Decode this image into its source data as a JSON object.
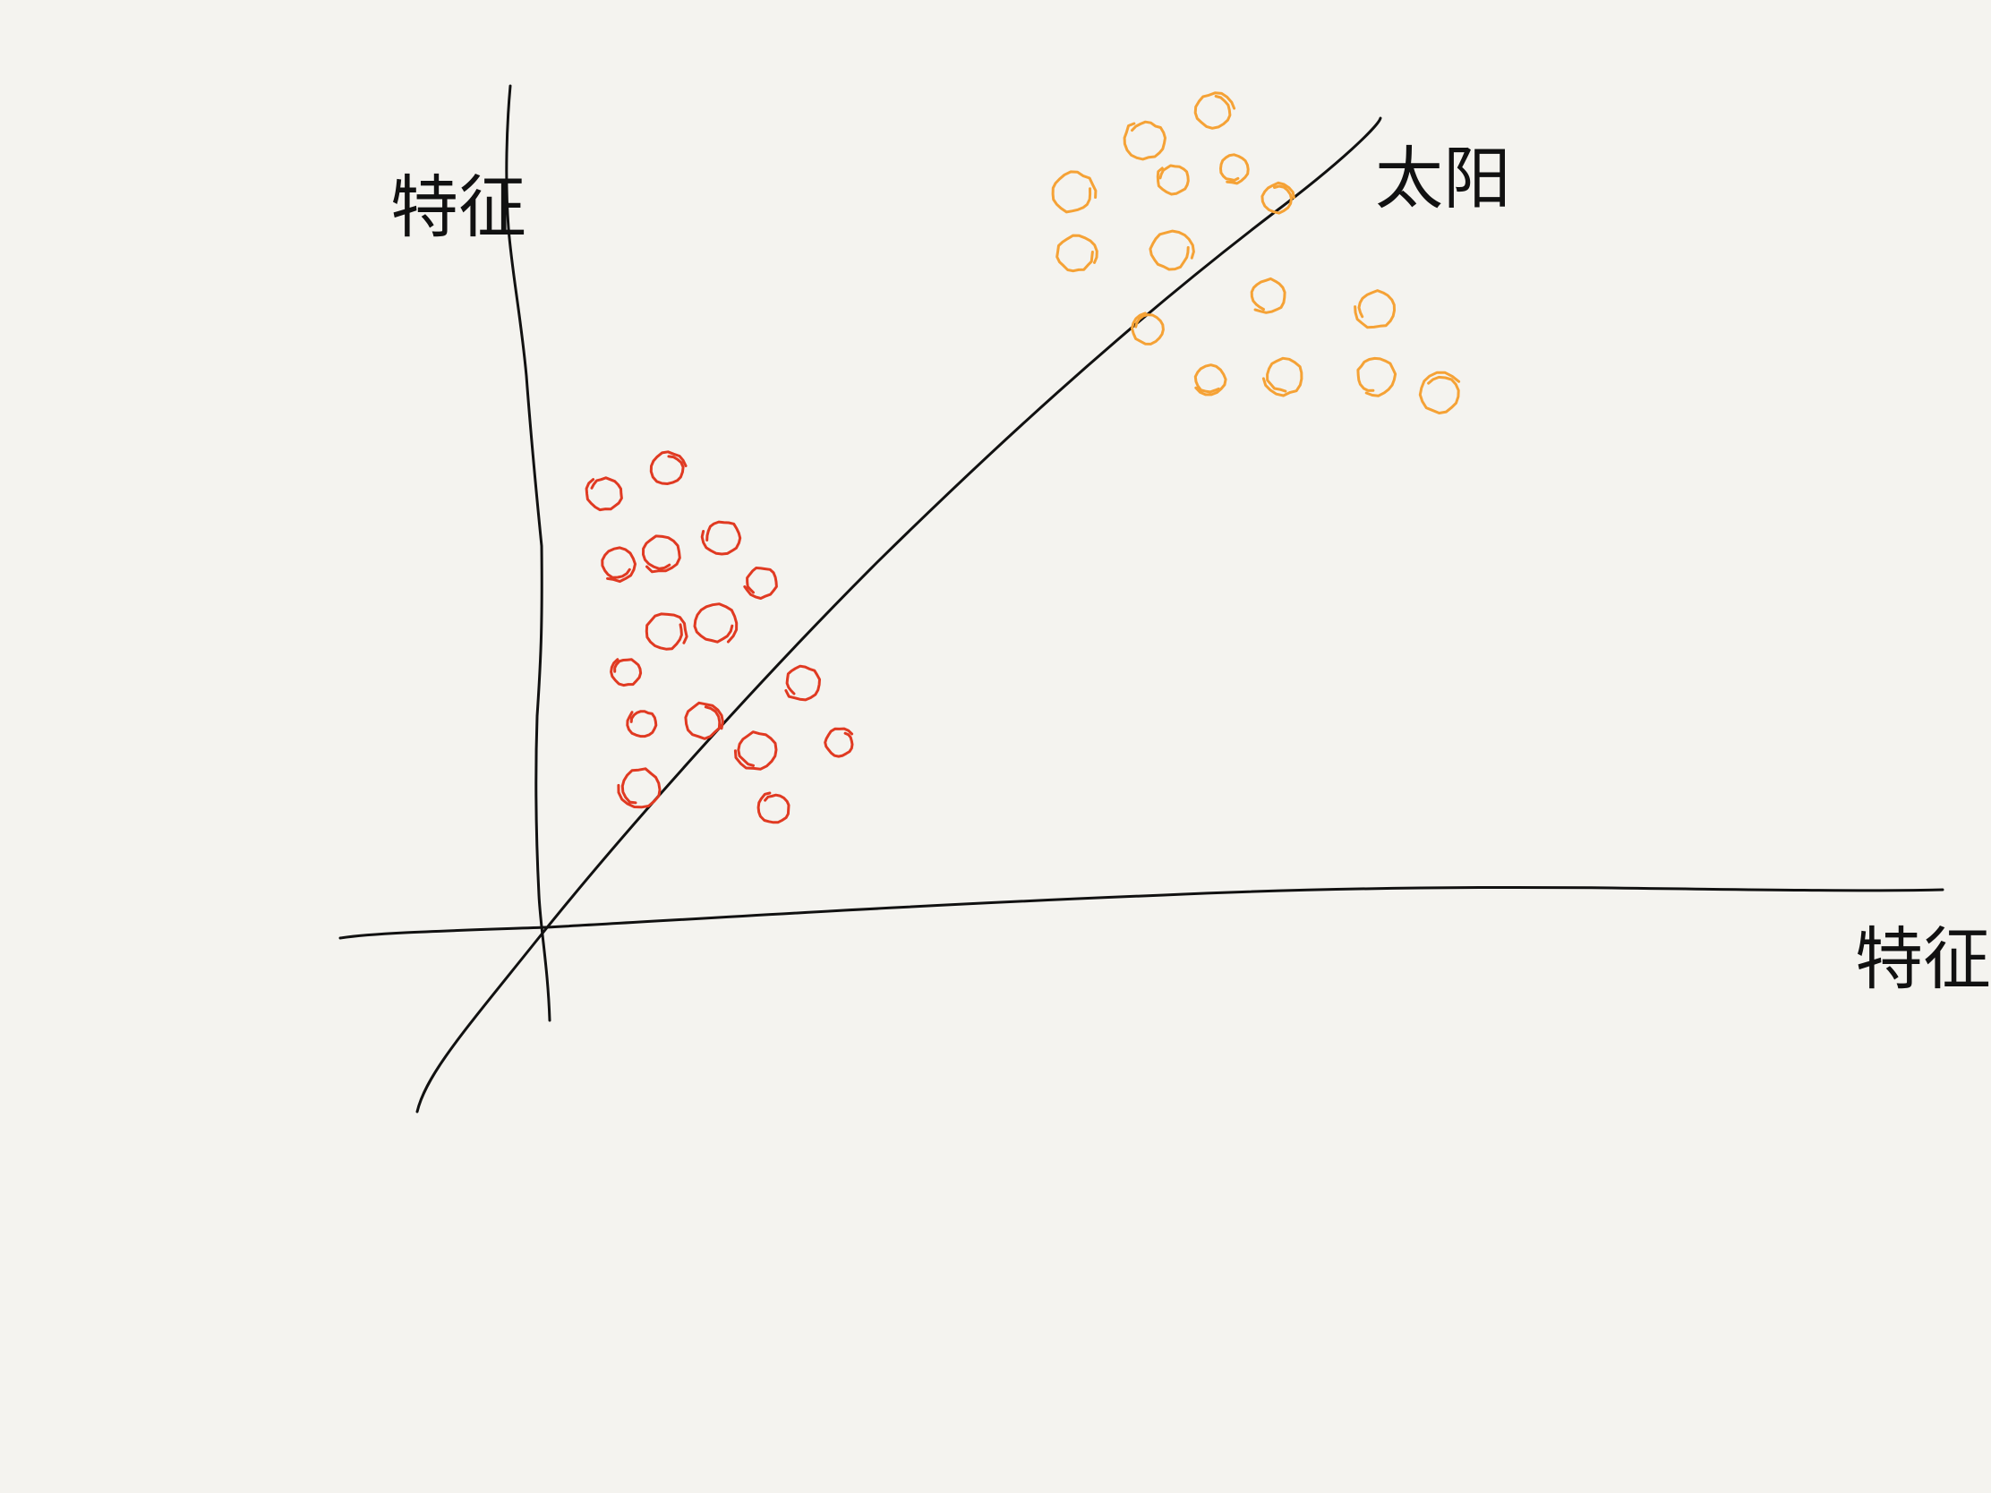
{
  "colors": {
    "background": "#f4f3ef",
    "ink": "#111111",
    "class_a": "#e03a22",
    "class_b": "#f5a236"
  },
  "labels": {
    "y_axis": "特征",
    "x_axis": "特征",
    "divider": "太阳"
  },
  "clusters": [
    {
      "name": "red-cluster",
      "color_key": "class_a",
      "points": [
        [
          676,
          551
        ],
        [
          746,
          524
        ],
        [
          807,
          600
        ],
        [
          690,
          630
        ],
        [
          738,
          618
        ],
        [
          850,
          650
        ],
        [
          743,
          706
        ],
        [
          798,
          697
        ],
        [
          700,
          750
        ],
        [
          718,
          808
        ],
        [
          786,
          806
        ],
        [
          896,
          762
        ],
        [
          845,
          838
        ],
        [
          938,
          830
        ],
        [
          715,
          880
        ],
        [
          865,
          903
        ]
      ]
    },
    {
      "name": "orange-cluster",
      "color_key": "class_b",
      "points": [
        [
          1280,
          156
        ],
        [
          1356,
          124
        ],
        [
          1198,
          216
        ],
        [
          1311,
          200
        ],
        [
          1378,
          188
        ],
        [
          1427,
          222
        ],
        [
          1202,
          284
        ],
        [
          1308,
          280
        ],
        [
          1416,
          330
        ],
        [
          1537,
          345
        ],
        [
          1283,
          367
        ],
        [
          1351,
          424
        ],
        [
          1434,
          420
        ],
        [
          1536,
          420
        ],
        [
          1609,
          440
        ]
      ]
    }
  ]
}
